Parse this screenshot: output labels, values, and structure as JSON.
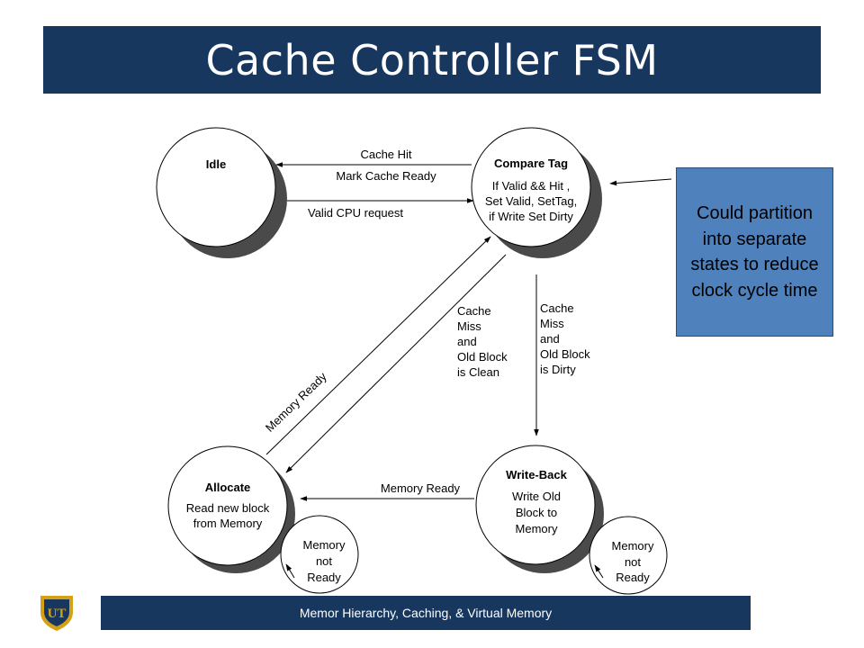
{
  "slide": {
    "title": "Cache Controller FSM",
    "footer": "Memor Hierarchy, Caching, & Virtual Memory",
    "logo_text": "UT"
  },
  "colors": {
    "banner": "#17375e",
    "callout": "#4f81bd",
    "state_shadow": "#4a4a4a"
  },
  "states": {
    "idle": {
      "name": "Idle",
      "lines": []
    },
    "compare": {
      "name": "Compare Tag",
      "lines": [
        "If Valid && Hit ,",
        "Set Valid, SetTag,",
        "if Write Set Dirty"
      ]
    },
    "allocate": {
      "name": "Allocate",
      "lines": [
        "Read new block",
        "from Memory"
      ]
    },
    "writeback": {
      "name": "Write-Back",
      "lines": [
        "Write Old",
        "Block to",
        "Memory"
      ]
    },
    "alloc_wait": {
      "name": "",
      "lines": [
        "Memory",
        "not",
        "Ready"
      ]
    },
    "wb_wait": {
      "name": "",
      "lines": [
        "Memory",
        "not",
        "Ready"
      ]
    }
  },
  "transitions": {
    "cache_hit": [
      "Cache Hit",
      "Mark Cache Ready"
    ],
    "valid_request": [
      "Valid CPU request"
    ],
    "memory_ready_alloc": [
      "Memory Ready"
    ],
    "miss_clean": [
      "Cache",
      "Miss",
      "and",
      "Old Block",
      "is Clean"
    ],
    "miss_dirty": [
      "Cache",
      "Miss",
      "and",
      "Old Block",
      "is Dirty"
    ],
    "memory_ready_wb": [
      "Memory Ready"
    ]
  },
  "callout": {
    "text": "Could partition into separate states to reduce clock cycle time"
  }
}
